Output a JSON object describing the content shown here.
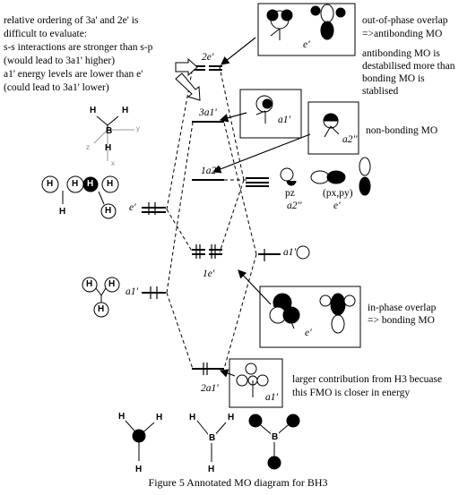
{
  "annotations": {
    "top_left": [
      "relative ordering of 3a' and 2e' is",
      "difficult to evaluate:",
      "s-s interactions are stronger than s-p",
      "(would lead to 3a1' higher)",
      "a1' energy levels are lower than e'",
      "(could lead to 3a1' lower)"
    ],
    "out_of_phase": [
      "out-of-phase overlap",
      "=>antibonding MO"
    ],
    "destabilised": [
      "antibonding MO is",
      "destabilised more than",
      "bonding MO is",
      "stablised"
    ],
    "non_bonding": "non-bonding MO",
    "in_phase": [
      "in-phase overlap",
      "=> bonding MO"
    ],
    "larger_contribution": [
      "larger contribution from H3 becuase",
      "this FMO is closer in energy"
    ]
  },
  "mo_labels": {
    "l2e": "2e'",
    "l3a1": "3a1'",
    "l1a2": "1a2''",
    "l1e": "1e'",
    "l2a1": "2a1'"
  },
  "fragment_labels": {
    "h3_e": "e'",
    "h3_a1": "a1'",
    "b_a1": "a1'",
    "b_pz": "pz",
    "b_pz_sym": "a2''",
    "b_pxpy": "(px,py)",
    "b_pxpy_sym": "e'",
    "box_e_top": "e'",
    "box_a1": "a1'",
    "box_a2": "a2''",
    "box_e_bottom": "e'",
    "box_a1_bottom": "a1'"
  },
  "atoms": {
    "H": "H",
    "B": "B",
    "axis_x": "x",
    "axis_y": "y",
    "axis_z": "z"
  },
  "caption": "Figure 5 Annotated MO diagram for BH3"
}
